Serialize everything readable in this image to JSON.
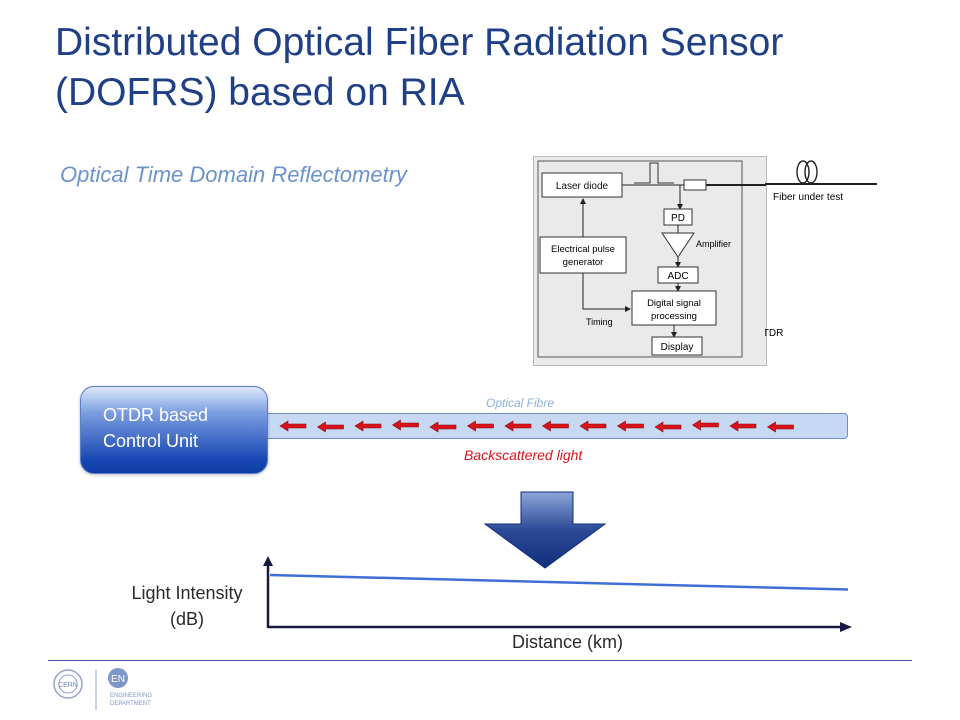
{
  "slide": {
    "title_line1": "Distributed Optical Fiber Radiation Sensor",
    "title_line2": "(DOFRS) based on RIA",
    "subtitle": "Optical Time Domain Reflectometry"
  },
  "otdr_diagram": {
    "laser_diode": "Laser diode",
    "fiber_under_test": "Fiber under test",
    "pd": "PD",
    "amplifier": "Amplifier",
    "pulse_gen_line1": "Electrical pulse",
    "pulse_gen_line2": "generator",
    "adc": "ADC",
    "dsp_line1": "Digital signal",
    "dsp_line2": "processing",
    "timing": "Timing",
    "otdr": "OTDR",
    "display": "Display"
  },
  "fiber_section": {
    "control_unit_line1": "OTDR based",
    "control_unit_line2": "Control Unit",
    "optical_fibre_label": "Optical Fibre",
    "backscatter_label": "Backscattered light",
    "arrow_count": 14
  },
  "chart_data": {
    "type": "line",
    "ylabel_line1": "Light Intensity",
    "ylabel_line2": "(dB)",
    "xlabel": "Distance (km)",
    "series": [
      {
        "x": [
          0,
          1
        ],
        "y": [
          1,
          0.72
        ]
      }
    ]
  },
  "colors": {
    "title": "#1f3f86",
    "subtitle": "#6a93cc",
    "arrow_red": "#d9131b",
    "chart_line": "#3f6fd6",
    "down_arrow": "#12307a"
  },
  "footer": {
    "cern_logo_text": "CERN",
    "en_logo_text": "EN",
    "dept_line1": "ENGINEERING",
    "dept_line2": "DEPARTMENT"
  }
}
